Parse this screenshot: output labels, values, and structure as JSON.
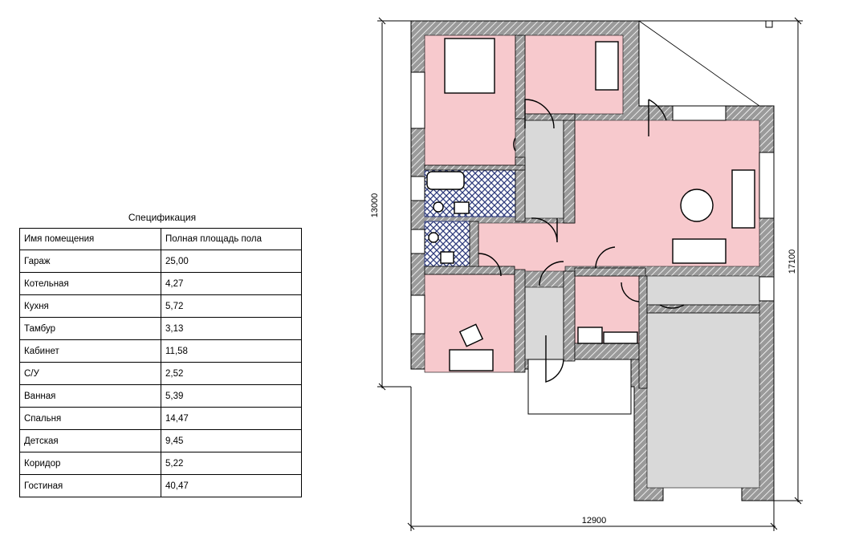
{
  "specification": {
    "title": "Спецификация",
    "columns": [
      "Имя помещения",
      "Полная площадь пола"
    ],
    "rows": [
      {
        "name": "Гараж",
        "area": "25,00"
      },
      {
        "name": "Котельная",
        "area": "4,27"
      },
      {
        "name": "Кухня",
        "area": "5,72"
      },
      {
        "name": "Тамбур",
        "area": "3,13"
      },
      {
        "name": "Кабинет",
        "area": "11,58"
      },
      {
        "name": "С/У",
        "area": "2,52"
      },
      {
        "name": "Ванная",
        "area": "5,39"
      },
      {
        "name": "Спальня",
        "area": "14,47"
      },
      {
        "name": "Детская",
        "area": "9,45"
      },
      {
        "name": "Коридор",
        "area": "5,22"
      },
      {
        "name": "Гостиная",
        "area": "40,47"
      }
    ]
  },
  "plan": {
    "dimensions": {
      "height_left": "13000",
      "height_right": "17100",
      "width_bottom": "12900"
    },
    "colors": {
      "room_fill": "#f7c9cd",
      "garage_fill": "#d9d9d9",
      "tile_fill": "#2e3b7c",
      "wall_fill": "#9a9a9a"
    }
  }
}
